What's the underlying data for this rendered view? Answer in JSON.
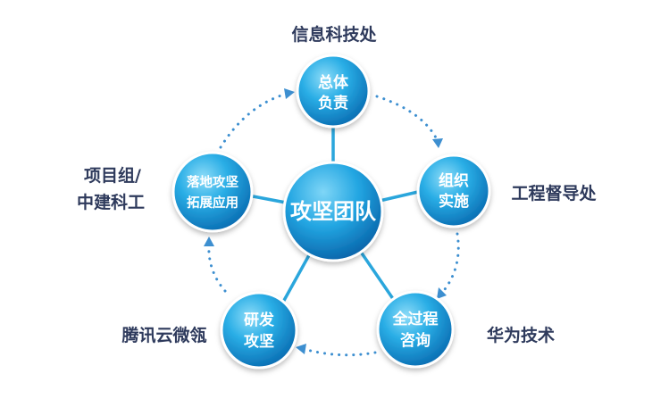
{
  "center": {
    "label": "攻坚团队"
  },
  "nodes": {
    "top": {
      "line1": "总体",
      "line2": "负责",
      "owner": "信息科技处"
    },
    "right": {
      "line1": "组织",
      "line2": "实施",
      "owner": "工程督导处"
    },
    "bottom_right": {
      "line1": "全过程",
      "line2": "咨询",
      "owner": "华为技术"
    },
    "bottom_left": {
      "line1": "研发",
      "line2": "攻坚",
      "owner": "腾讯云微瓴"
    },
    "left": {
      "line1": "落地攻坚",
      "line2": "拓展应用",
      "owner_line1": "项目组/",
      "owner_line2": "中建科工"
    }
  },
  "colors": {
    "node_light": "#6fd0f6",
    "node_mid": "#1d9fdc",
    "node_dark": "#0a6fb4",
    "spoke": "#2aa6dc",
    "cycle_arrow": "#3d8fd0",
    "label_text": "#2e3a5c"
  }
}
